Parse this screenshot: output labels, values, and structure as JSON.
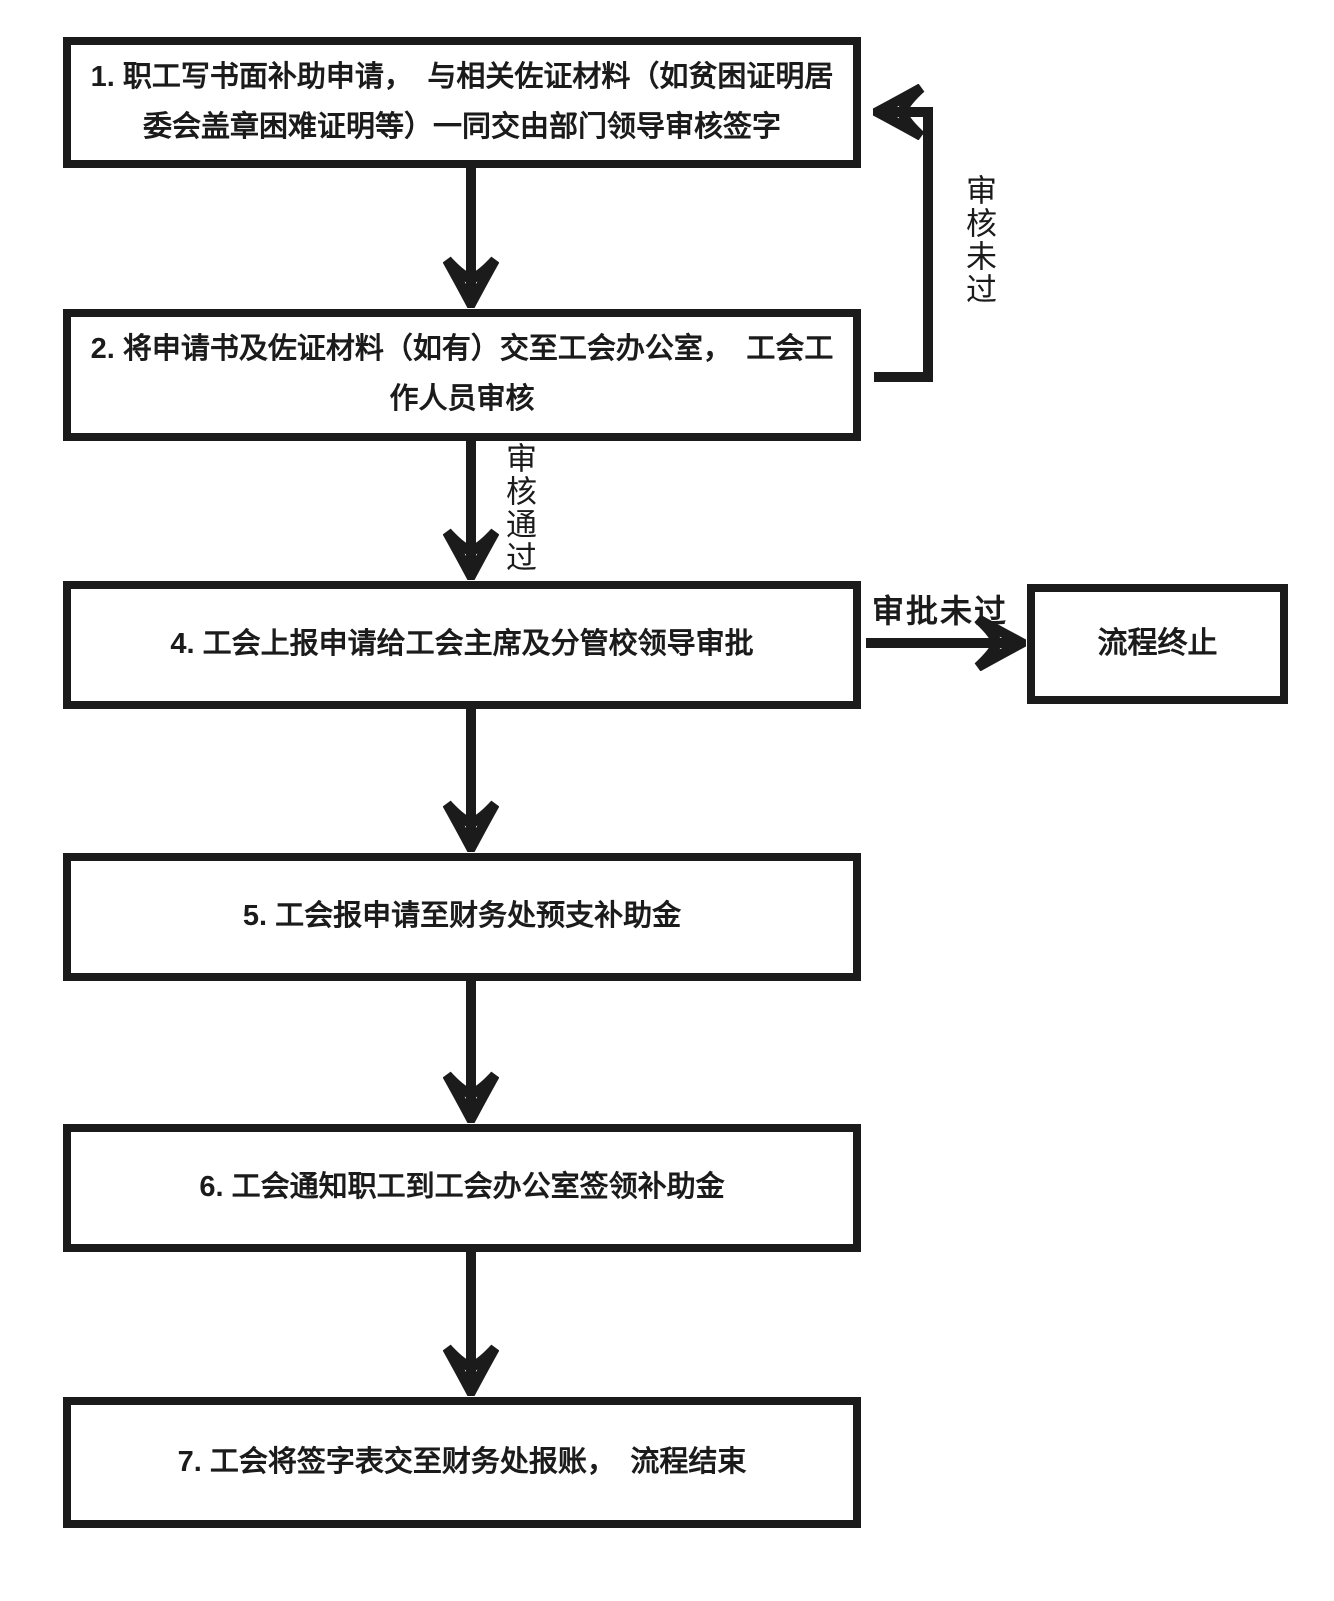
{
  "flowchart": {
    "steps": [
      {
        "id": "step-1",
        "text": "1. 职工写书面补助申请，　与相关佐证材料（如贫困证明居委会盖章困难证明等）一同交由部门领导审核签字"
      },
      {
        "id": "step-2",
        "text": "2. 将申请书及佐证材料（如有）交至工会办公室，　工会工作人员审核"
      },
      {
        "id": "step-4",
        "text": "4. 工会上报申请给工会主席及分管校领导审批"
      },
      {
        "id": "step-5",
        "text": "5. 工会报申请至财务处预支补助金"
      },
      {
        "id": "step-6",
        "text": "6. 工会通知职工到工会办公室签领补助金"
      },
      {
        "id": "step-7",
        "text": "7. 工会将签字表交至财务处报账，　流程结束"
      }
    ],
    "terminal": {
      "text": "流程终止"
    },
    "edge_labels": {
      "review_not_passed": "审核未过",
      "review_passed": "审核通过",
      "approval_not_passed": "审批未过"
    },
    "colors": {
      "ink": "#1b1b1b",
      "background": "#ffffff"
    }
  }
}
